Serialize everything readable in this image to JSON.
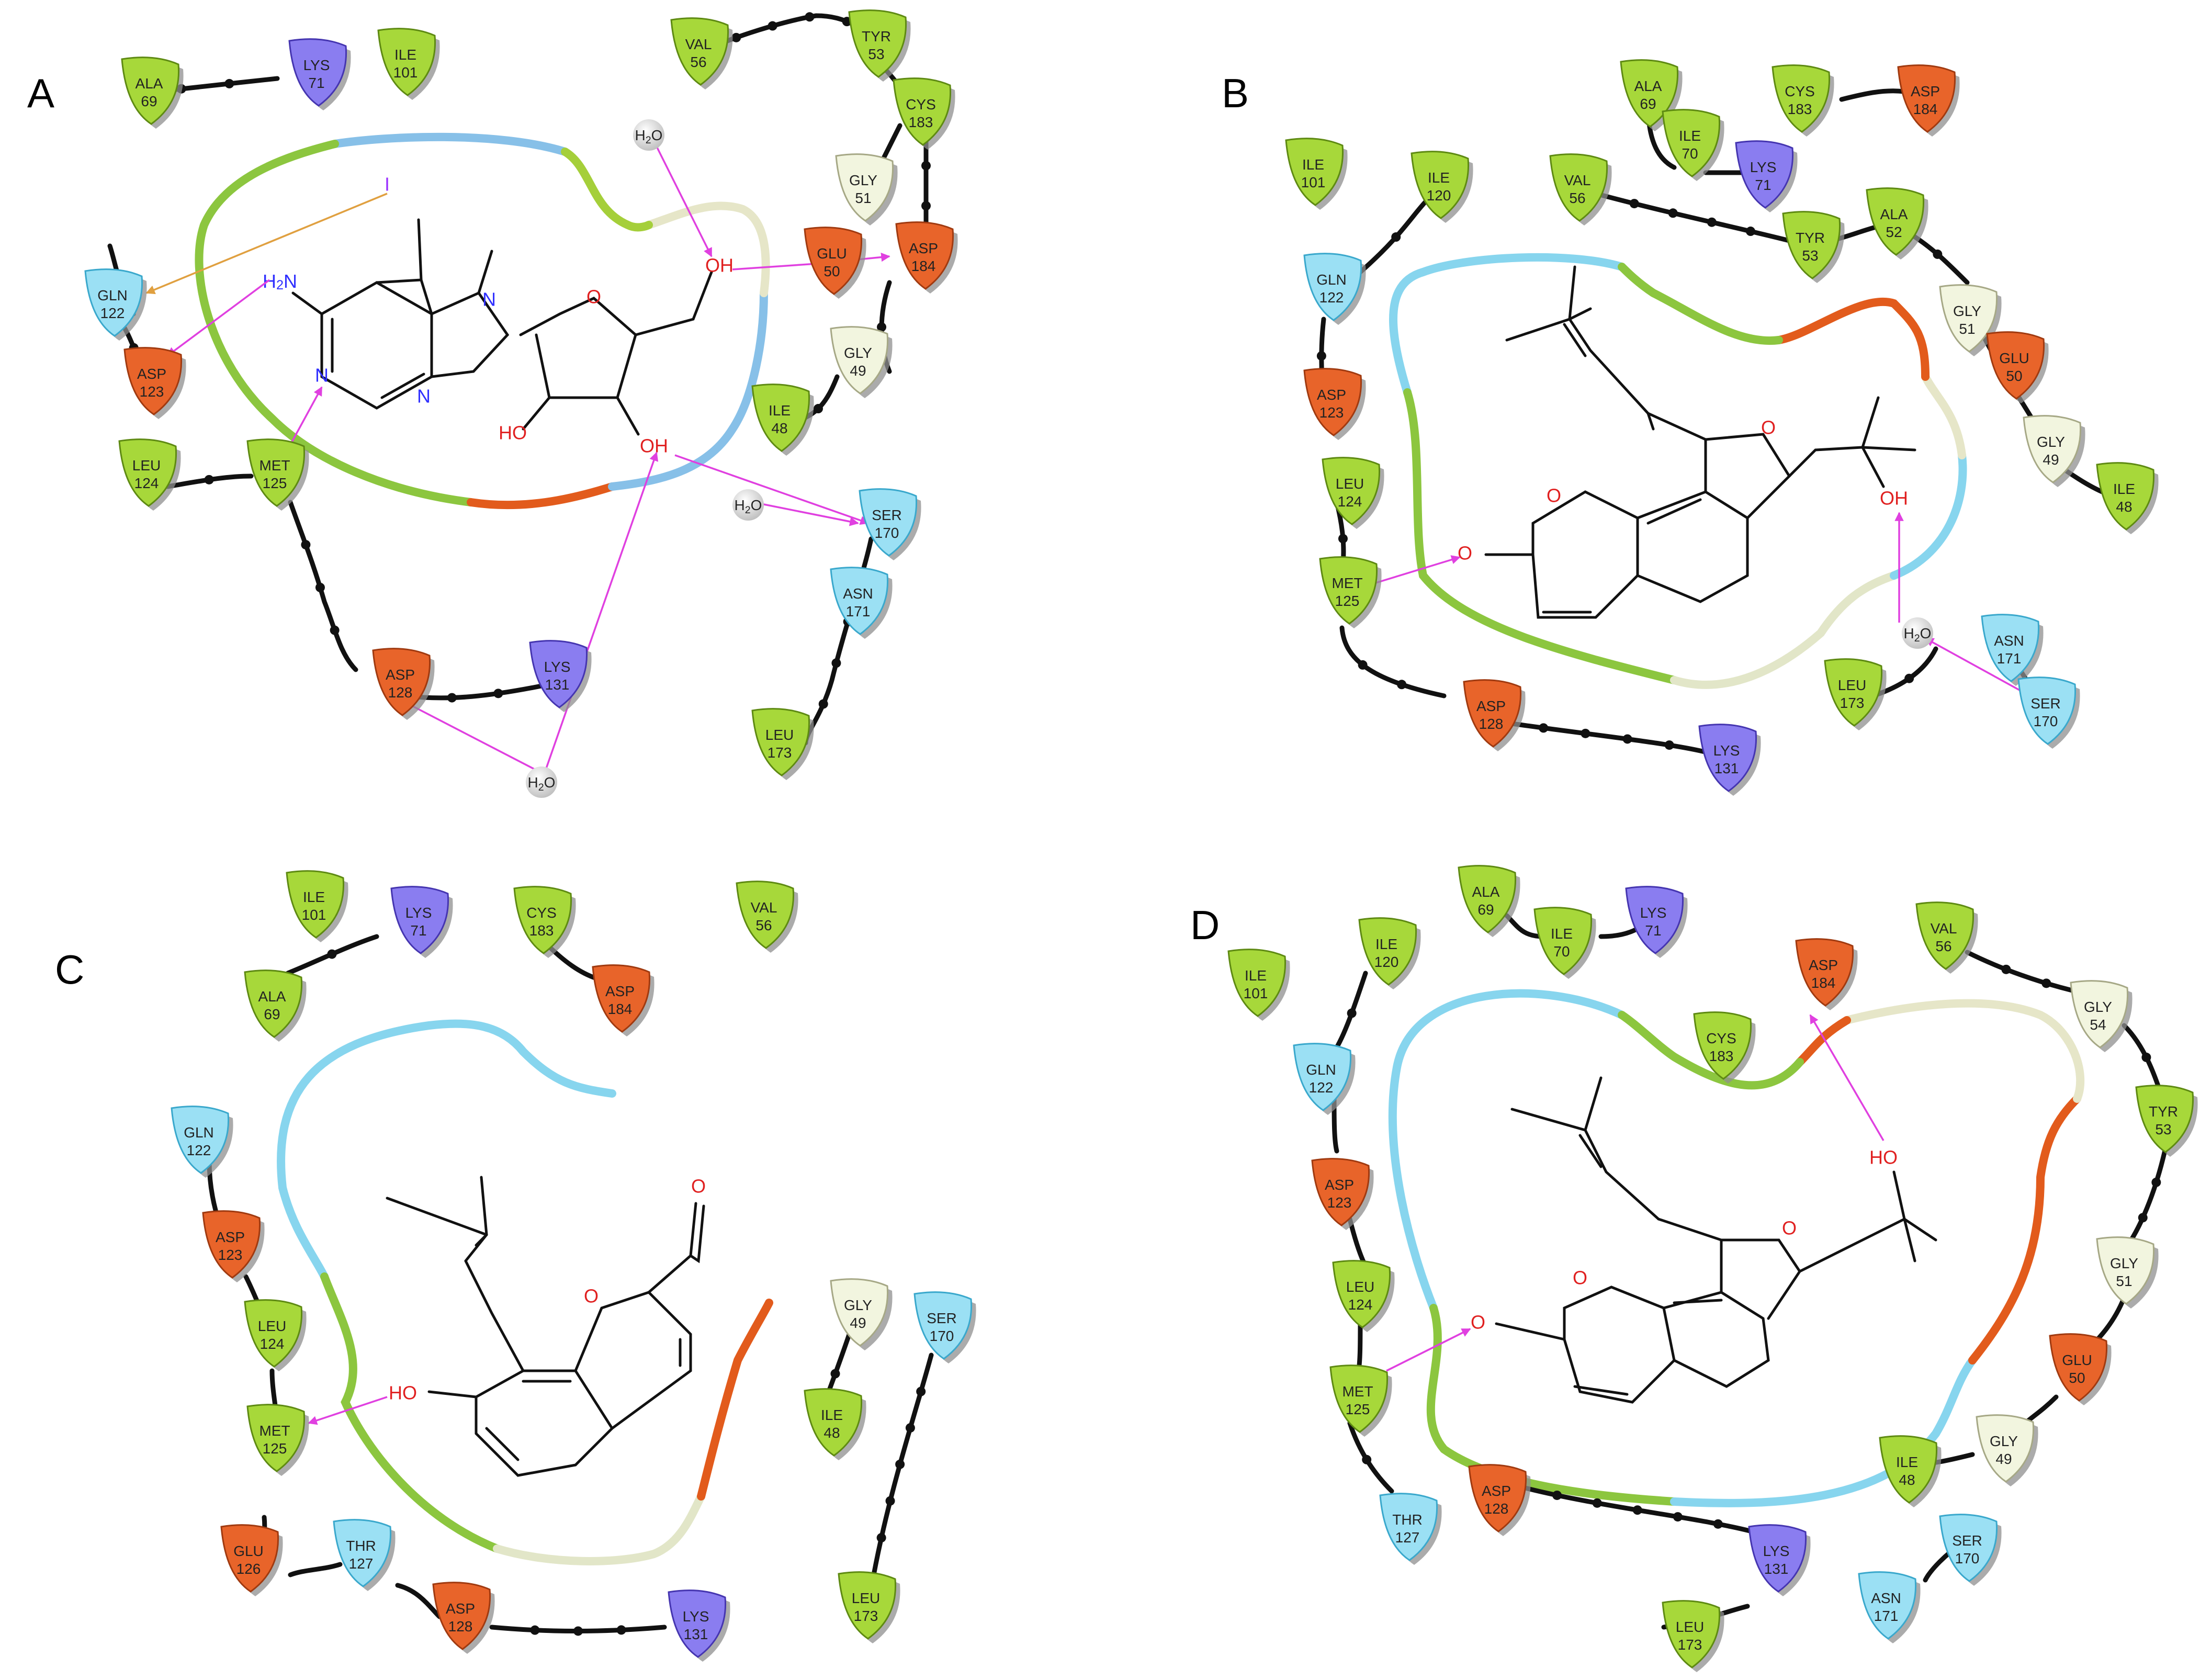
{
  "panels": [
    {
      "letter": "A",
      "residues": [
        {
          "name": "ALA",
          "num": "69",
          "type": "hydrophobic"
        },
        {
          "name": "LYS",
          "num": "71",
          "type": "positive"
        },
        {
          "name": "ILE",
          "num": "101",
          "type": "hydrophobic"
        },
        {
          "name": "VAL",
          "num": "56",
          "type": "hydrophobic"
        },
        {
          "name": "TYR",
          "num": "53",
          "type": "hydrophobic"
        },
        {
          "name": "CYS",
          "num": "183",
          "type": "hydrophobic"
        },
        {
          "name": "GLY",
          "num": "51",
          "type": "glycine"
        },
        {
          "name": "GLU",
          "num": "50",
          "type": "negative"
        },
        {
          "name": "ASP",
          "num": "184",
          "type": "negative"
        },
        {
          "name": "GLY",
          "num": "49",
          "type": "glycine"
        },
        {
          "name": "ILE",
          "num": "48",
          "type": "hydrophobic"
        },
        {
          "name": "GLN",
          "num": "122",
          "type": "polar"
        },
        {
          "name": "ASP",
          "num": "123",
          "type": "negative"
        },
        {
          "name": "LEU",
          "num": "124",
          "type": "hydrophobic"
        },
        {
          "name": "MET",
          "num": "125",
          "type": "hydrophobic"
        },
        {
          "name": "ASP",
          "num": "128",
          "type": "negative"
        },
        {
          "name": "LYS",
          "num": "131",
          "type": "positive"
        },
        {
          "name": "SER",
          "num": "170",
          "type": "polar"
        },
        {
          "name": "ASN",
          "num": "171",
          "type": "polar"
        },
        {
          "name": "LEU",
          "num": "173",
          "type": "hydrophobic"
        }
      ],
      "atoms": [
        "I",
        "H2N",
        "N",
        "N",
        "N",
        "O",
        "OH",
        "HO",
        "OH"
      ],
      "waters": [
        "H2O",
        "H2O",
        "H2O"
      ]
    },
    {
      "letter": "B",
      "residues": [
        {
          "name": "ALA",
          "num": "69",
          "type": "hydrophobic"
        },
        {
          "name": "CYS",
          "num": "183",
          "type": "hydrophobic"
        },
        {
          "name": "ASP",
          "num": "184",
          "type": "negative"
        },
        {
          "name": "ILE",
          "num": "70",
          "type": "hydrophobic"
        },
        {
          "name": "LYS",
          "num": "71",
          "type": "positive"
        },
        {
          "name": "ILE",
          "num": "101",
          "type": "hydrophobic"
        },
        {
          "name": "ILE",
          "num": "120",
          "type": "hydrophobic"
        },
        {
          "name": "VAL",
          "num": "56",
          "type": "hydrophobic"
        },
        {
          "name": "TYR",
          "num": "53",
          "type": "hydrophobic"
        },
        {
          "name": "ALA",
          "num": "52",
          "type": "hydrophobic"
        },
        {
          "name": "GLY",
          "num": "51",
          "type": "glycine"
        },
        {
          "name": "GLN",
          "num": "122",
          "type": "polar"
        },
        {
          "name": "GLU",
          "num": "50",
          "type": "negative"
        },
        {
          "name": "ASP",
          "num": "123",
          "type": "negative"
        },
        {
          "name": "GLY",
          "num": "49",
          "type": "glycine"
        },
        {
          "name": "LEU",
          "num": "124",
          "type": "hydrophobic"
        },
        {
          "name": "ILE",
          "num": "48",
          "type": "hydrophobic"
        },
        {
          "name": "MET",
          "num": "125",
          "type": "hydrophobic"
        },
        {
          "name": "ASN",
          "num": "171",
          "type": "polar"
        },
        {
          "name": "LEU",
          "num": "173",
          "type": "hydrophobic"
        },
        {
          "name": "ASP",
          "num": "128",
          "type": "negative"
        },
        {
          "name": "SER",
          "num": "170",
          "type": "polar"
        },
        {
          "name": "LYS",
          "num": "131",
          "type": "positive"
        }
      ],
      "atoms": [
        "O",
        "O",
        "O",
        "OH"
      ],
      "waters": [
        "H2O"
      ]
    },
    {
      "letter": "C",
      "residues": [
        {
          "name": "ILE",
          "num": "101",
          "type": "hydrophobic"
        },
        {
          "name": "LYS",
          "num": "71",
          "type": "positive"
        },
        {
          "name": "CYS",
          "num": "183",
          "type": "hydrophobic"
        },
        {
          "name": "VAL",
          "num": "56",
          "type": "hydrophobic"
        },
        {
          "name": "ALA",
          "num": "69",
          "type": "hydrophobic"
        },
        {
          "name": "ASP",
          "num": "184",
          "type": "negative"
        },
        {
          "name": "GLN",
          "num": "122",
          "type": "polar"
        },
        {
          "name": "ASP",
          "num": "123",
          "type": "negative"
        },
        {
          "name": "LEU",
          "num": "124",
          "type": "hydrophobic"
        },
        {
          "name": "GLY",
          "num": "49",
          "type": "glycine"
        },
        {
          "name": "SER",
          "num": "170",
          "type": "polar"
        },
        {
          "name": "MET",
          "num": "125",
          "type": "hydrophobic"
        },
        {
          "name": "ILE",
          "num": "48",
          "type": "hydrophobic"
        },
        {
          "name": "GLU",
          "num": "126",
          "type": "negative"
        },
        {
          "name": "THR",
          "num": "127",
          "type": "polar"
        },
        {
          "name": "LEU",
          "num": "173",
          "type": "hydrophobic"
        },
        {
          "name": "ASP",
          "num": "128",
          "type": "negative"
        },
        {
          "name": "LYS",
          "num": "131",
          "type": "positive"
        }
      ],
      "atoms": [
        "O",
        "O",
        "HO"
      ],
      "waters": []
    },
    {
      "letter": "D",
      "residues": [
        {
          "name": "ALA",
          "num": "69",
          "type": "hydrophobic"
        },
        {
          "name": "ILE",
          "num": "70",
          "type": "hydrophobic"
        },
        {
          "name": "LYS",
          "num": "71",
          "type": "positive"
        },
        {
          "name": "ILE",
          "num": "120",
          "type": "hydrophobic"
        },
        {
          "name": "ASP",
          "num": "184",
          "type": "negative"
        },
        {
          "name": "VAL",
          "num": "56",
          "type": "hydrophobic"
        },
        {
          "name": "ILE",
          "num": "101",
          "type": "hydrophobic"
        },
        {
          "name": "GLY",
          "num": "54",
          "type": "glycine"
        },
        {
          "name": "CYS",
          "num": "183",
          "type": "hydrophobic"
        },
        {
          "name": "GLN",
          "num": "122",
          "type": "polar"
        },
        {
          "name": "TYR",
          "num": "53",
          "type": "hydrophobic"
        },
        {
          "name": "ASP",
          "num": "123",
          "type": "negative"
        },
        {
          "name": "LEU",
          "num": "124",
          "type": "hydrophobic"
        },
        {
          "name": "GLY",
          "num": "51",
          "type": "glycine"
        },
        {
          "name": "GLU",
          "num": "50",
          "type": "negative"
        },
        {
          "name": "MET",
          "num": "125",
          "type": "hydrophobic"
        },
        {
          "name": "GLY",
          "num": "49",
          "type": "glycine"
        },
        {
          "name": "ILE",
          "num": "48",
          "type": "hydrophobic"
        },
        {
          "name": "THR",
          "num": "127",
          "type": "polar"
        },
        {
          "name": "ASP",
          "num": "128",
          "type": "negative"
        },
        {
          "name": "LYS",
          "num": "131",
          "type": "positive"
        },
        {
          "name": "SER",
          "num": "170",
          "type": "polar"
        },
        {
          "name": "ASN",
          "num": "171",
          "type": "polar"
        },
        {
          "name": "LEU",
          "num": "173",
          "type": "hydrophobic"
        }
      ],
      "atoms": [
        "O",
        "O",
        "O",
        "HO"
      ],
      "waters": []
    }
  ],
  "residue_colors": {
    "hydrophobic": {
      "fill": "#a7d83a",
      "stroke": "#5e8a12"
    },
    "positive": {
      "fill": "#8a7df0",
      "stroke": "#4535b0"
    },
    "negative": {
      "fill": "#e8642a",
      "stroke": "#a03a10"
    },
    "polar": {
      "fill": "#9be0f4",
      "stroke": "#3aa8cc"
    },
    "glycine": {
      "fill": "#f2f5df",
      "stroke": "#a6a886"
    }
  },
  "interaction_colors": {
    "hbond": "#e040e0",
    "halogen": "#e0a040",
    "water": "#d8d8d8"
  }
}
